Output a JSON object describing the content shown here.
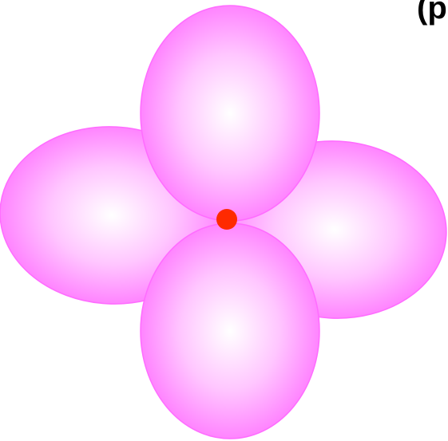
{
  "label": "(p",
  "colors": {
    "lobe_center": "#ffffff",
    "lobe_mid": "#ffc6ff",
    "lobe_edge": "#ff84ff",
    "lobe_stroke": "#ff6cff",
    "nucleus": "#ff2a00",
    "background": "#ffffff"
  },
  "icons": {
    "lobe": "ellipse-lobe-shape",
    "nucleus": "dot-shape"
  }
}
